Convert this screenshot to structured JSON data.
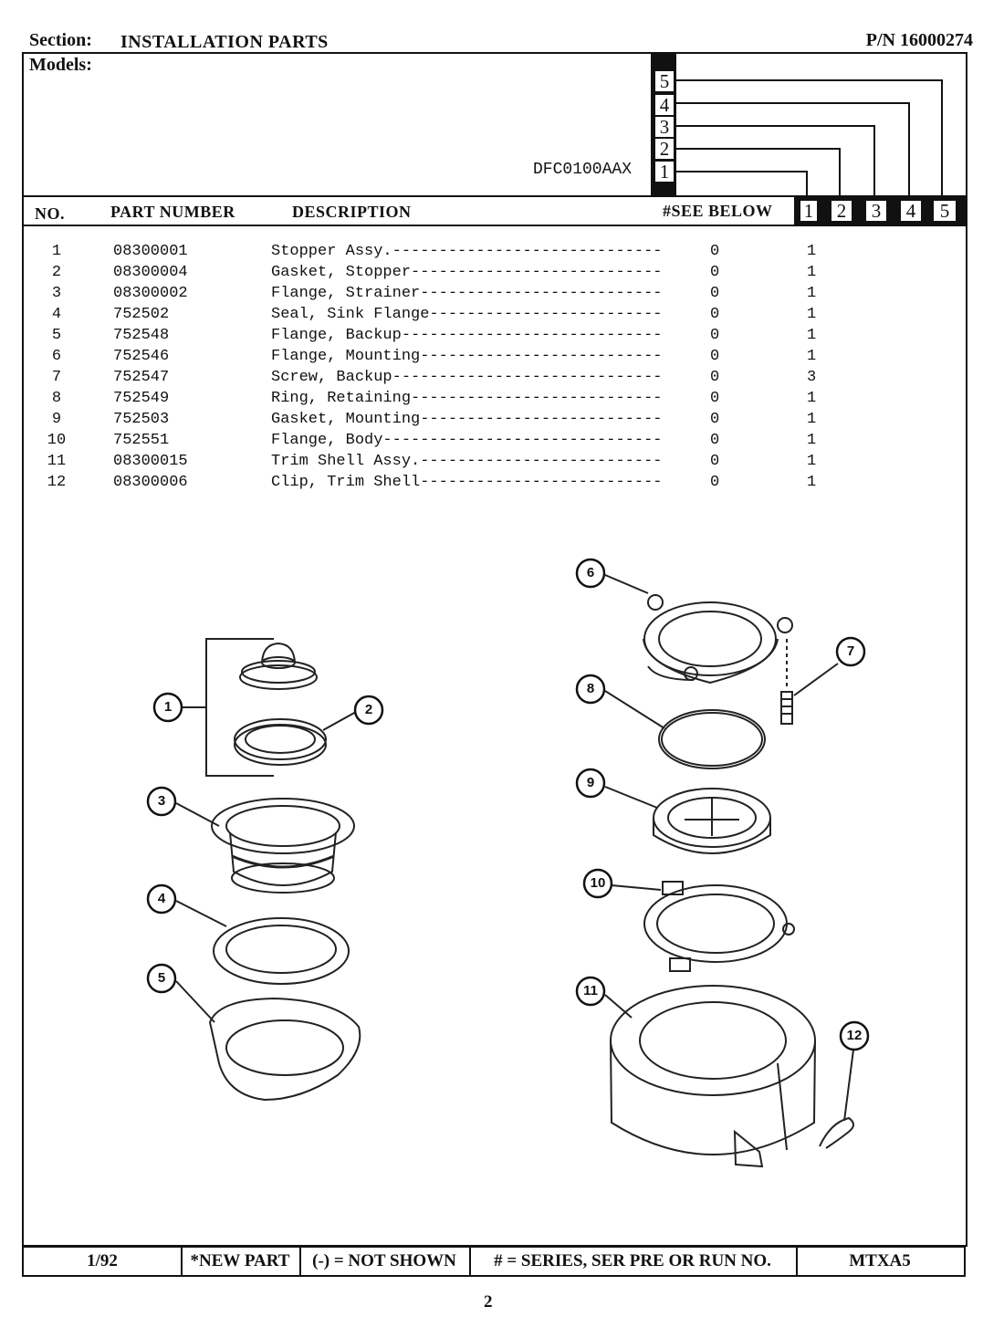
{
  "header": {
    "section_label": "Section:",
    "section_title": "INSTALLATION PARTS",
    "part_number": "P/N 16000274",
    "models_label": "Models:",
    "model_name": "DFC0100AAX",
    "model_columns": [
      "5",
      "4",
      "3",
      "2",
      "1"
    ]
  },
  "table": {
    "headers": {
      "no": "NO.",
      "part_number": "PART NUMBER",
      "description": "DESCRIPTION",
      "see_below": "#SEE BELOW"
    },
    "col_boxes": [
      "1",
      "2",
      "3",
      "4",
      "5"
    ],
    "rows": [
      {
        "no": "1",
        "part": "08300001",
        "desc": "Stopper Assy.-----------------------------",
        "ser": "0",
        "qty": "1"
      },
      {
        "no": "2",
        "part": "08300004",
        "desc": "Gasket, Stopper---------------------------",
        "ser": "0",
        "qty": "1"
      },
      {
        "no": "3",
        "part": "08300002",
        "desc": "Flange, Strainer--------------------------",
        "ser": "0",
        "qty": "1"
      },
      {
        "no": "4",
        "part": "752502",
        "desc": "Seal, Sink Flange-------------------------",
        "ser": "0",
        "qty": "1"
      },
      {
        "no": "5",
        "part": "752548",
        "desc": "Flange, Backup----------------------------",
        "ser": "0",
        "qty": "1"
      },
      {
        "no": "6",
        "part": "752546",
        "desc": "Flange, Mounting--------------------------",
        "ser": "0",
        "qty": "1"
      },
      {
        "no": "7",
        "part": "752547",
        "desc": "Screw, Backup-----------------------------",
        "ser": "0",
        "qty": "3"
      },
      {
        "no": "8",
        "part": "752549",
        "desc": "Ring, Retaining---------------------------",
        "ser": "0",
        "qty": "1"
      },
      {
        "no": "9",
        "part": "752503",
        "desc": "Gasket, Mounting--------------------------",
        "ser": "0",
        "qty": "1"
      },
      {
        "no": "10",
        "part": "752551",
        "desc": "Flange, Body------------------------------",
        "ser": "0",
        "qty": "1"
      },
      {
        "no": "11",
        "part": "08300015",
        "desc": "Trim Shell Assy.--------------------------",
        "ser": "0",
        "qty": "1"
      },
      {
        "no": "12",
        "part": "08300006",
        "desc": "Clip, Trim Shell--------------------------",
        "ser": "0",
        "qty": "1"
      }
    ]
  },
  "diagram": {
    "callouts": [
      "1",
      "2",
      "3",
      "4",
      "5",
      "6",
      "7",
      "8",
      "9",
      "10",
      "11",
      "12"
    ]
  },
  "footer": {
    "date": "1/92",
    "new_part": "*NEW PART",
    "not_shown": "(-) = NOT SHOWN",
    "series": "# = SERIES, SER PRE OR RUN NO.",
    "code": "MTXA5"
  },
  "page_number": "2"
}
